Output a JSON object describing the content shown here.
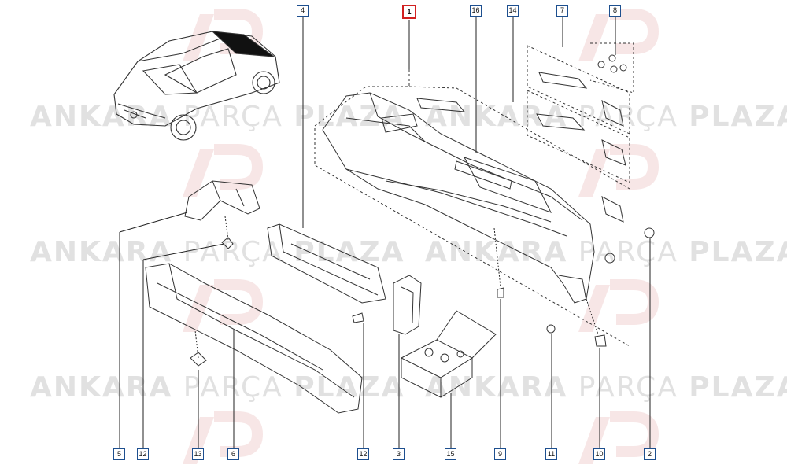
{
  "watermark": {
    "word1": "ANKARA",
    "word2": "PARÇA",
    "word3": "PLAZA",
    "logo": "AP"
  },
  "callouts": [
    {
      "id": "c1",
      "label": "1",
      "selected": true
    },
    {
      "id": "c16",
      "label": "16"
    },
    {
      "id": "c14",
      "label": "14"
    },
    {
      "id": "c7",
      "label": "7"
    },
    {
      "id": "c8",
      "label": "8"
    },
    {
      "id": "c4",
      "label": "4"
    },
    {
      "id": "c5",
      "label": "5"
    },
    {
      "id": "c12a",
      "label": "12"
    },
    {
      "id": "c13",
      "label": "13"
    },
    {
      "id": "c6",
      "label": "6"
    },
    {
      "id": "c12b",
      "label": "12"
    },
    {
      "id": "c3",
      "label": "3"
    },
    {
      "id": "c15",
      "label": "15"
    },
    {
      "id": "c9",
      "label": "9"
    },
    {
      "id": "c11",
      "label": "11"
    },
    {
      "id": "c10",
      "label": "10"
    },
    {
      "id": "c2",
      "label": "2"
    }
  ],
  "colors": {
    "callout_border": "#1d4f8f",
    "selected_border": "#d12020",
    "line": "#333333",
    "watermark": "#c9c9c9"
  }
}
